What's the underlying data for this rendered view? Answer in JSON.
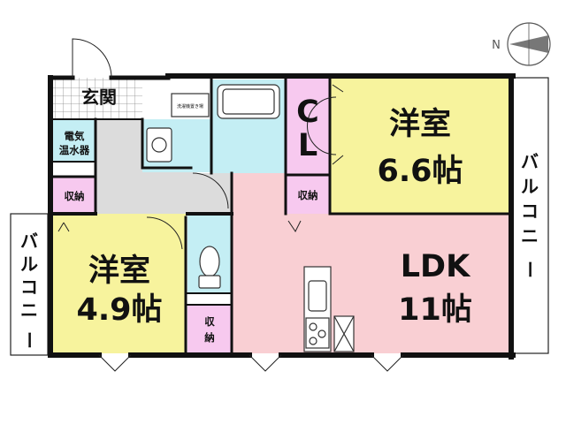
{
  "floorplan": {
    "compass": {
      "north_label": "N"
    },
    "entrance": {
      "label": "玄関"
    },
    "water_heater": {
      "line1": "電気",
      "line2": "温水器"
    },
    "washer_space": {
      "label": "洗濯機置き場"
    },
    "storage_left": {
      "label": "収納"
    },
    "storage_center": {
      "label": "収納"
    },
    "storage_bottom": {
      "line1": "収",
      "line2": "納"
    },
    "closet": {
      "line1": "C",
      "line2": "L"
    },
    "bedroom_large": {
      "name": "洋室",
      "size": "6.6帖"
    },
    "bedroom_small": {
      "name": "洋室",
      "size": "4.9帖"
    },
    "ldk": {
      "name": "LDK",
      "size": "11帖"
    },
    "balcony_left": {
      "chars": [
        "バ",
        "ル",
        "コ",
        "ニ",
        "ー"
      ]
    },
    "balcony_right": {
      "chars": [
        "バ",
        "ル",
        "コ",
        "ニ",
        "ー"
      ]
    },
    "colors": {
      "bedroom_large": "#f7f39d",
      "bedroom_small": "#f7f39d",
      "ldk": "#f9cfd3",
      "closet": "#f7c9ef",
      "wet_area": "#c4eef4",
      "hallway": "#dcdcdc",
      "wall": "#111111"
    }
  }
}
